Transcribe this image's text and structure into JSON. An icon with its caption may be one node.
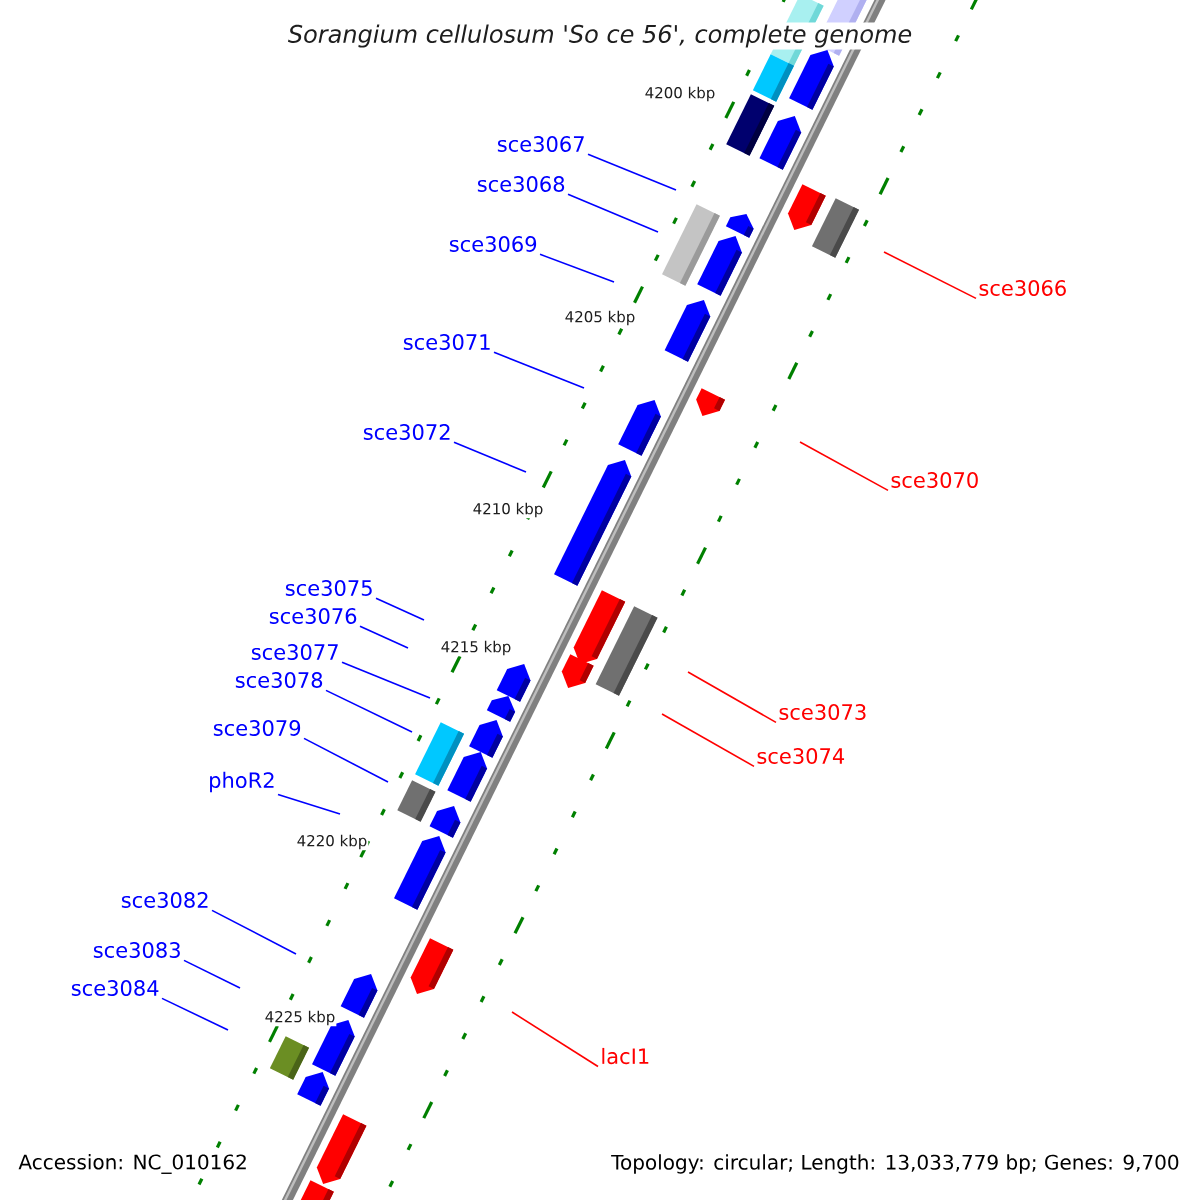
{
  "diagram": {
    "title": "Sorangium cellulosum 'So ce 56', complete genome",
    "nodes": [
      {
        "text": [
          "sce3067"
        ]
      },
      {
        "text": [
          "sce3068"
        ]
      },
      {
        "text": [
          "sce3069"
        ]
      },
      {
        "text": [
          "sce3071"
        ]
      },
      {
        "text": [
          "sce3072"
        ]
      },
      {
        "text": [
          "sce3075"
        ]
      },
      {
        "text": [
          "sce3076"
        ]
      },
      {
        "text": [
          "sce3077"
        ]
      },
      {
        "text": [
          "sce3078"
        ]
      },
      {
        "text": [
          "sce3079"
        ]
      },
      {
        "text": [
          "phoR2"
        ]
      },
      {
        "text": [
          "sce3082"
        ]
      },
      {
        "text": [
          "sce3083"
        ]
      },
      {
        "text": [
          "sce3084"
        ]
      },
      {
        "text": [
          "sce3066"
        ]
      },
      {
        "text": [
          "sce3070"
        ]
      },
      {
        "text": [
          "sce3073"
        ]
      },
      {
        "text": [
          "sce3074"
        ]
      },
      {
        "text": [
          "lacI1"
        ]
      }
    ],
    "edges": [
      {
        "from": 0,
        "to": null,
        "arrow": "none"
      },
      {
        "from": 1,
        "to": null,
        "arrow": "none"
      },
      {
        "from": 2,
        "to": null,
        "arrow": "none"
      },
      {
        "from": 3,
        "to": null,
        "arrow": "none"
      },
      {
        "from": 4,
        "to": null,
        "arrow": "none"
      },
      {
        "from": 5,
        "to": null,
        "arrow": "none"
      },
      {
        "from": 6,
        "to": null,
        "arrow": "none"
      },
      {
        "from": 7,
        "to": null,
        "arrow": "none"
      },
      {
        "from": 8,
        "to": null,
        "arrow": "none"
      },
      {
        "from": 9,
        "to": null,
        "arrow": "none"
      },
      {
        "from": 10,
        "to": null,
        "arrow": "none"
      },
      {
        "from": 11,
        "to": null,
        "arrow": "none"
      },
      {
        "from": 12,
        "to": null,
        "arrow": "none"
      },
      {
        "from": 13,
        "to": null,
        "arrow": "none"
      },
      {
        "from": 14,
        "to": null,
        "arrow": "none",
        "color": "#ff0000"
      },
      {
        "from": 15,
        "to": null,
        "arrow": "none",
        "color": "#ff0000"
      },
      {
        "from": 16,
        "to": null,
        "arrow": "none",
        "color": "#ff0000"
      },
      {
        "from": 17,
        "to": null,
        "arrow": "none",
        "color": "#ff0000"
      },
      {
        "from": 18,
        "to": null,
        "arrow": "none",
        "color": "#ff0000"
      }
    ],
    "labels": [
      "4200 kbp",
      "4205 kbp",
      "4210 kbp",
      "4215 kbp",
      "4220 kbp",
      "4225 kbp",
      "Accession: NC_010162",
      "Topology: circular; Length: 13,033,779 bp; Genes: 9,700"
    ]
  }
}
